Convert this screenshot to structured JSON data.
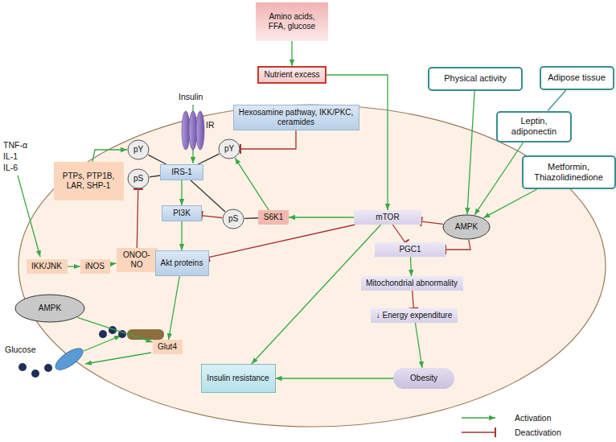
{
  "diagram": {
    "nodes": [
      {
        "text": [
          "Amino acids, FFA, glucose"
        ]
      },
      {
        "text": [
          "Nutrient excess"
        ]
      },
      {
        "text": [
          "Physical activity"
        ]
      },
      {
        "text": [
          "Adipose tissue"
        ]
      },
      {
        "text": [
          "Hexosamine pathway, IKK/PKC, ceramides"
        ]
      },
      {
        "text": [
          "Leptin, adiponectin"
        ]
      },
      {
        "text": [
          "pY"
        ]
      },
      {
        "text": [
          "pY"
        ]
      },
      {
        "text": [
          "Metformin, Thiazolidinedione"
        ]
      },
      {
        "text": [
          "PTPs, PTP1B, LAR, SHP-1"
        ]
      },
      {
        "text": [
          "IRS-1"
        ]
      },
      {
        "text": [
          "pS"
        ]
      },
      {
        "text": [
          "PI3K"
        ]
      },
      {
        "text": [
          "S6K1"
        ]
      },
      {
        "text": [
          "mTOR"
        ]
      },
      {
        "text": [
          "pS"
        ]
      },
      {
        "text": [
          "AMPK"
        ]
      },
      {
        "text": [
          "ONOO- NO"
        ]
      },
      {
        "text": [
          "PGC1"
        ]
      },
      {
        "text": [
          "Akt proteins"
        ]
      },
      {
        "text": [
          "IKK/JNK"
        ]
      },
      {
        "text": [
          "iNOS"
        ]
      },
      {
        "text": [
          "Mitochondrial abnormality"
        ]
      },
      {
        "text": [
          "AMPK"
        ]
      },
      {
        "text": [
          "↓ Energy expenditure"
        ]
      },
      {
        "text": [
          "Glut4"
        ]
      },
      {
        "text": [
          "Insulin resistance"
        ]
      },
      {
        "text": [
          "Obesity"
        ]
      }
    ],
    "edges": [
      {
        "from": 0,
        "to": 1,
        "arrow": "to"
      },
      {
        "from": 1,
        "to": 14,
        "arrow": "to"
      },
      {
        "from": 2,
        "to": 16,
        "arrow": "to"
      },
      {
        "from": 3,
        "to": 5,
        "arrow": "none"
      },
      {
        "from": 5,
        "to": 16,
        "arrow": "to"
      },
      {
        "from": 8,
        "to": 16,
        "arrow": "to"
      },
      {
        "from": 4,
        "to": 7,
        "arrow": "to"
      },
      {
        "from": 9,
        "to": 6,
        "arrow": "to"
      },
      {
        "from": 10,
        "to": 6,
        "arrow": "none"
      },
      {
        "from": 10,
        "to": 11,
        "arrow": "none"
      },
      {
        "from": 10,
        "to": 7,
        "arrow": "none"
      },
      {
        "from": 10,
        "to": 15,
        "arrow": "none"
      },
      {
        "from": 10,
        "to": 12,
        "arrow": "to"
      },
      {
        "from": 13,
        "to": 7,
        "arrow": "to"
      },
      {
        "from": 14,
        "to": 13,
        "arrow": "to"
      },
      {
        "from": 13,
        "to": 15,
        "arrow": "none"
      },
      {
        "from": 15,
        "to": 12,
        "arrow": "to"
      },
      {
        "from": 16,
        "to": 14,
        "arrow": "to"
      },
      {
        "from": 16,
        "to": 18,
        "arrow": "to"
      },
      {
        "from": 14,
        "to": 18,
        "arrow": "to"
      },
      {
        "from": 14,
        "to": 19,
        "arrow": "to"
      },
      {
        "from": 14,
        "to": 26,
        "arrow": "to"
      },
      {
        "from": 12,
        "to": 19,
        "arrow": "to"
      },
      {
        "from": 20,
        "to": 21,
        "arrow": "to"
      },
      {
        "from": 21,
        "to": 17,
        "arrow": "to"
      },
      {
        "from": 17,
        "to": 19,
        "arrow": "to"
      },
      {
        "from": 17,
        "to": 11,
        "arrow": "to"
      },
      {
        "from": 18,
        "to": 22,
        "arrow": "to"
      },
      {
        "from": 22,
        "to": 24,
        "arrow": "to"
      },
      {
        "from": 24,
        "to": 27,
        "arrow": "to"
      },
      {
        "from": 27,
        "to": 26,
        "arrow": "to"
      },
      {
        "from": 19,
        "to": 25,
        "arrow": "to"
      },
      {
        "from": 23,
        "to": 25,
        "arrow": "to"
      }
    ],
    "labels": [
      "Insulin",
      "IR",
      "TNF-α",
      "IL-1",
      "IL-6",
      "Glucose"
    ],
    "legend": [
      {
        "text": "Activation"
      },
      {
        "text": "Deactivation"
      }
    ]
  }
}
